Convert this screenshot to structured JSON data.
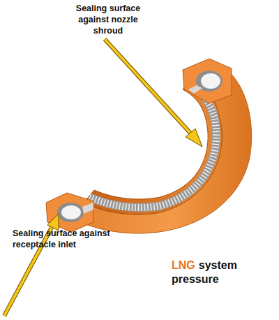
{
  "diagram": {
    "labels": [
      "Sealing surface against nozzle shroud",
      "Sealing surface against receptacle inlet",
      "LNG",
      "system pressure"
    ]
  }
}
